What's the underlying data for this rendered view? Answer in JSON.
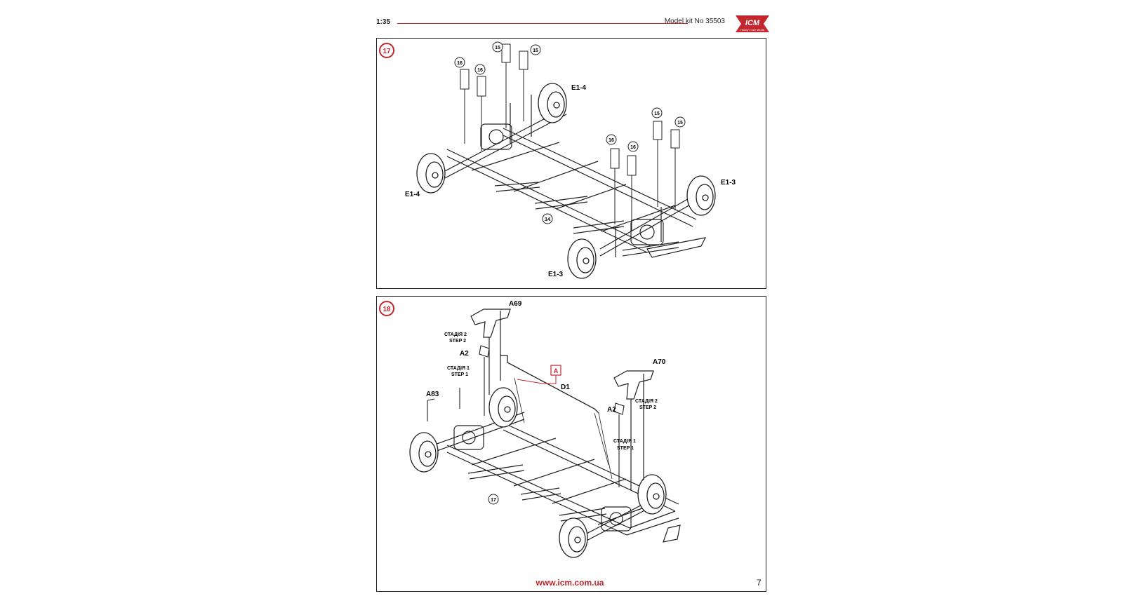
{
  "header": {
    "scale": "1:35",
    "kit": "Model kit No 35503",
    "logo_text": "ICM",
    "logo_tagline": "Hobby in the World"
  },
  "step17": {
    "number": "17",
    "labels": {
      "e14_top": "E1-4",
      "e14_left": "E1-4",
      "e13_right": "E1-3",
      "e13_bottom": "E1-3"
    },
    "callouts": {
      "c14": "14",
      "c15": "15",
      "c16": "16"
    }
  },
  "step18": {
    "number": "18",
    "labels": {
      "a69": "A69",
      "a70": "A70",
      "a2_left": "A2",
      "a2_right": "A2",
      "a83": "A83",
      "d1": "D1",
      "detail_box": "A",
      "stage2_uk": "СТАДІЯ 2",
      "stage2_en": "STEP 2",
      "stage1_uk": "СТАДІЯ 1",
      "stage1_en": "STEP 1"
    },
    "callouts": {
      "c17": "17"
    }
  },
  "footer": {
    "url": "www.icm.com.ua",
    "page": "7"
  },
  "colors": {
    "accent": "#c1272d",
    "ink": "#231f20"
  }
}
